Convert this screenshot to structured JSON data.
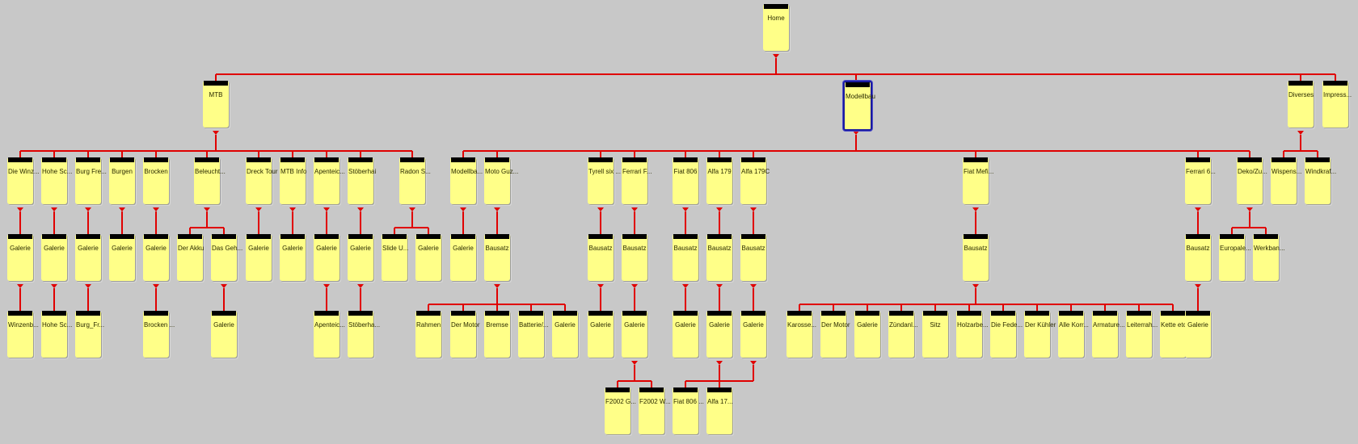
{
  "sitemap": {
    "colors": {
      "background": "#c8c8c8",
      "node_fill": "#ffff88",
      "node_header": "#000000",
      "connector": "#e00000",
      "selected_border": "#1a1aa0"
    },
    "nodes": [
      {
        "label": "Home"
      },
      {
        "label": "MTB"
      },
      {
        "label": "Modellbau",
        "selected": true
      },
      {
        "label": "Diverses"
      },
      {
        "label": "Impress..."
      },
      {
        "label": "Die Winz..."
      },
      {
        "label": "Hohe Sc..."
      },
      {
        "label": "Burg Fre..."
      },
      {
        "label": "Burgen"
      },
      {
        "label": "Brocken"
      },
      {
        "label": "Beleucht..."
      },
      {
        "label": "Dreck Tour"
      },
      {
        "label": "MTB Info"
      },
      {
        "label": "Apenteic..."
      },
      {
        "label": "Stöberhai"
      },
      {
        "label": "Radon S..."
      },
      {
        "label": "Modellba..."
      },
      {
        "label": "Moto Guz..."
      },
      {
        "label": "Tyrell six ..."
      },
      {
        "label": "Ferrari F..."
      },
      {
        "label": "Fiat 806"
      },
      {
        "label": "Alfa 179"
      },
      {
        "label": "Alfa 179C"
      },
      {
        "label": "Fiat Mefi..."
      },
      {
        "label": "Ferrari 6..."
      },
      {
        "label": "Deko/Zu..."
      },
      {
        "label": "Wispens..."
      },
      {
        "label": "Windkraf..."
      },
      {
        "label": "Galerie"
      },
      {
        "label": "Galerie"
      },
      {
        "label": "Galerie"
      },
      {
        "label": "Galerie"
      },
      {
        "label": "Galerie"
      },
      {
        "label": "Der Akku"
      },
      {
        "label": "Das Geh..."
      },
      {
        "label": "Galerie"
      },
      {
        "label": "Galerie"
      },
      {
        "label": "Galerie"
      },
      {
        "label": "Galerie"
      },
      {
        "label": "Slide U..."
      },
      {
        "label": "Galerie"
      },
      {
        "label": "Galerie"
      },
      {
        "label": "Bausatz"
      },
      {
        "label": "Bausatz"
      },
      {
        "label": "Bausatz"
      },
      {
        "label": "Bausatz"
      },
      {
        "label": "Bausatz"
      },
      {
        "label": "Bausatz"
      },
      {
        "label": "Bausatz"
      },
      {
        "label": "Bausatz"
      },
      {
        "label": "Europale..."
      },
      {
        "label": "Werkban..."
      },
      {
        "label": "Winzenb..."
      },
      {
        "label": "Hohe Sc..."
      },
      {
        "label": "Burg_Fr..."
      },
      {
        "label": "Brocken ..."
      },
      {
        "label": "Galerie"
      },
      {
        "label": "Apenteic..."
      },
      {
        "label": "Stöberha..."
      },
      {
        "label": "Rahmen"
      },
      {
        "label": "Der Motor"
      },
      {
        "label": "Bremse"
      },
      {
        "label": "Batterie/..."
      },
      {
        "label": "Galerie"
      },
      {
        "label": "Galerie"
      },
      {
        "label": "Galerie"
      },
      {
        "label": "Galerie"
      },
      {
        "label": "Galerie"
      },
      {
        "label": "Galerie"
      },
      {
        "label": "Karosse..."
      },
      {
        "label": "Der Motor"
      },
      {
        "label": "Galerie"
      },
      {
        "label": "Zündanl..."
      },
      {
        "label": "Sitz"
      },
      {
        "label": "Holzarbe..."
      },
      {
        "label": "Die Fede..."
      },
      {
        "label": "Der Kühler"
      },
      {
        "label": "Alle Korr..."
      },
      {
        "label": "Armature..."
      },
      {
        "label": "Leiterrah..."
      },
      {
        "label": "Kette etc."
      },
      {
        "label": "Galerie"
      },
      {
        "label": "F2002 G..."
      },
      {
        "label": "F2002 W..."
      },
      {
        "label": "Fiat 806 ..."
      },
      {
        "label": "Alfa 17..."
      }
    ],
    "parents": [
      null,
      0,
      0,
      0,
      0,
      1,
      1,
      1,
      1,
      1,
      1,
      1,
      1,
      1,
      1,
      1,
      2,
      2,
      2,
      2,
      2,
      2,
      2,
      2,
      2,
      2,
      3,
      3,
      5,
      6,
      7,
      8,
      9,
      10,
      10,
      11,
      12,
      13,
      14,
      15,
      15,
      16,
      17,
      18,
      19,
      20,
      21,
      22,
      23,
      24,
      25,
      25,
      28,
      29,
      30,
      32,
      34,
      37,
      38,
      42,
      42,
      42,
      42,
      42,
      43,
      44,
      45,
      46,
      47,
      48,
      48,
      48,
      48,
      48,
      48,
      48,
      48,
      48,
      48,
      48,
      48,
      49,
      65,
      65,
      67,
      68
    ]
  }
}
